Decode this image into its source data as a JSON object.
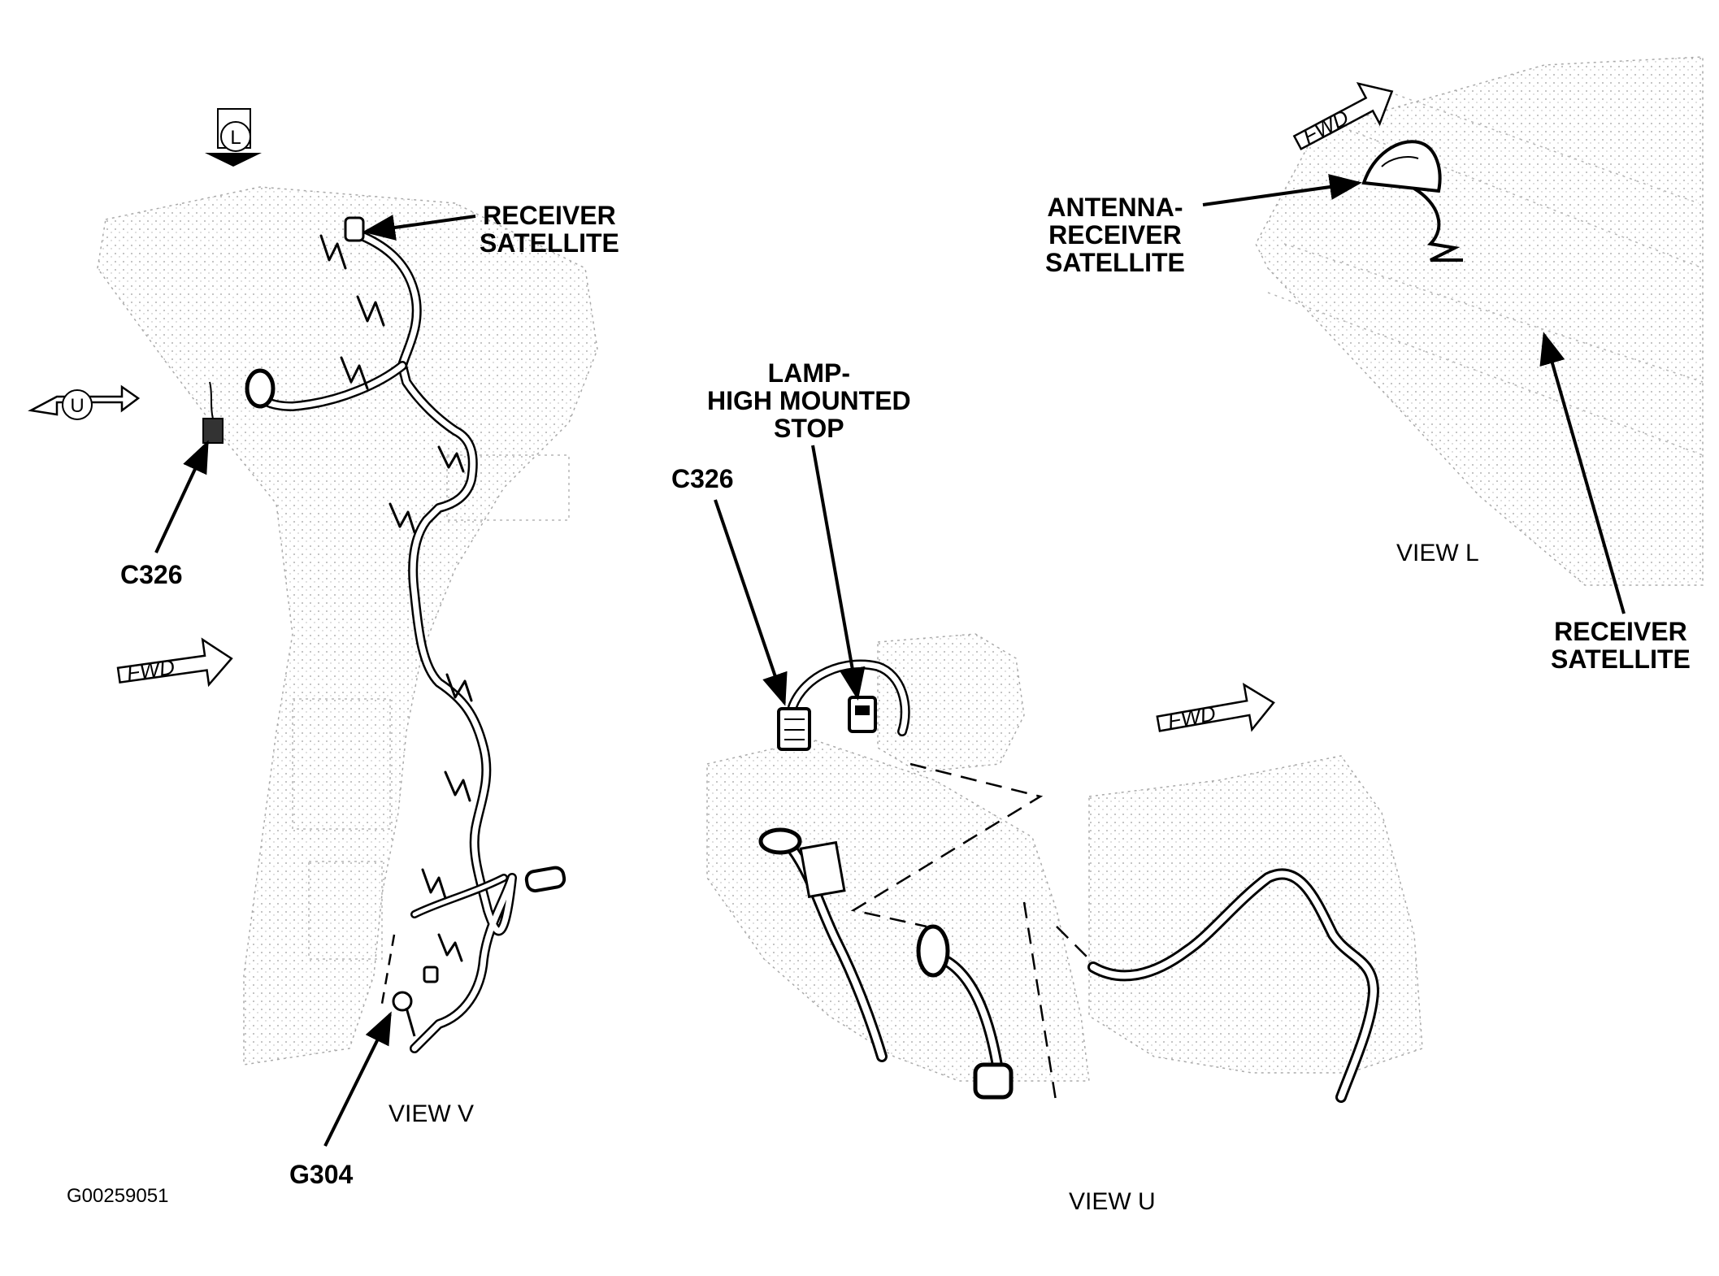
{
  "labels": {
    "receiver_satellite_v": [
      "RECEIVER",
      "SATELLITE"
    ],
    "c326_v": "C326",
    "g304": "G304",
    "lamp_high_mounted_stop": [
      "LAMP-",
      "HIGH MOUNTED",
      "STOP"
    ],
    "c326_u": "C326",
    "antenna_receiver_satellite": [
      "ANTENNA-",
      "RECEIVER",
      "SATELLITE"
    ],
    "receiver_satellite_l": [
      "RECEIVER",
      "SATELLITE"
    ]
  },
  "views": {
    "view_v": "VIEW V",
    "view_u": "VIEW U",
    "view_l": "VIEW L"
  },
  "callouts": {
    "view_l_marker": "L",
    "view_u_marker": "U",
    "fwd": "FWD"
  },
  "figure_code": "G00259051"
}
